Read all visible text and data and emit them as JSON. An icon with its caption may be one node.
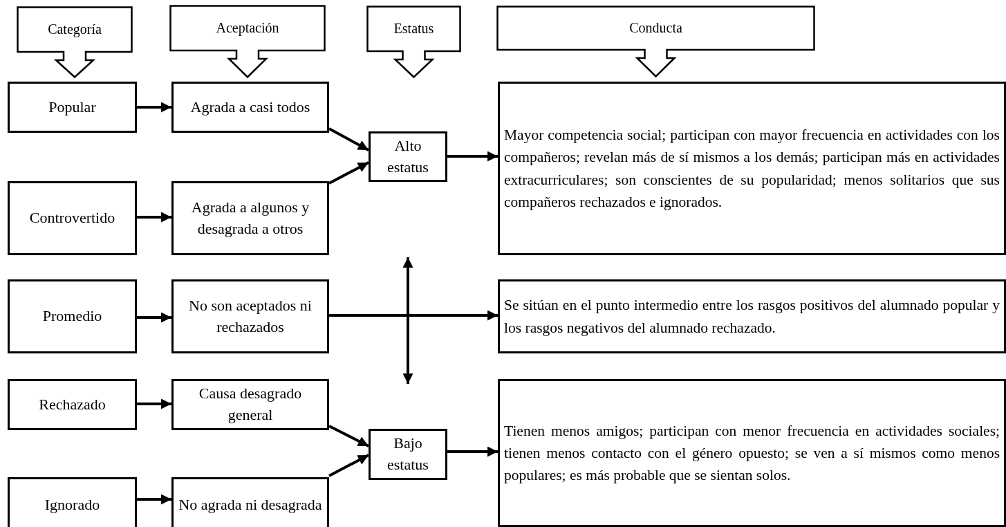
{
  "diagram": {
    "nodes": [
      {
        "text": [
          "Categoría"
        ]
      },
      {
        "text": [
          "Aceptación"
        ]
      },
      {
        "text": [
          "Estatus"
        ]
      },
      {
        "text": [
          "Conducta"
        ]
      },
      {
        "text": [
          "Popular"
        ]
      },
      {
        "text": [
          "Agrada a casi todos"
        ]
      },
      {
        "text": [
          "Alto estatus"
        ]
      },
      {
        "text": [
          "Mayor competencia social; participan con mayor frecuencia en actividades con los compañeros; revelan más de sí mismos a los demás; participan más en actividades extracurriculares; son conscientes de su popularidad; menos solitarios que sus compañeros rechazados e ignorados."
        ]
      },
      {
        "text": [
          "Controvertido"
        ]
      },
      {
        "text": [
          "Agrada a algunos y desagrada a otros"
        ]
      },
      {
        "text": [
          "Promedio"
        ]
      },
      {
        "text": [
          "No son aceptados ni rechazados"
        ]
      },
      {
        "text": [
          "Se sitúan en el punto intermedio entre los rasgos positivos del alumnado popular y los rasgos negativos del alumnado rechazado."
        ]
      },
      {
        "text": [
          "Rechazado"
        ]
      },
      {
        "text": [
          "Causa desagrado general"
        ]
      },
      {
        "text": [
          "Bajo estatus"
        ]
      },
      {
        "text": [
          "Tienen menos amigos; participan con menor frecuencia en actividades sociales; tienen menos contacto con el género opuesto; se ven a sí mismos como menos populares; es más probable que se sientan solos."
        ]
      },
      {
        "text": [
          "Ignorado"
        ]
      },
      {
        "text": [
          "No agrada ni desagrada"
        ]
      }
    ],
    "edges": [
      {
        "from": 4,
        "to": 5,
        "arrow": "to"
      },
      {
        "from": 5,
        "to": 6,
        "arrow": "to"
      },
      {
        "from": 9,
        "to": 6,
        "arrow": "to"
      },
      {
        "from": 6,
        "to": 7,
        "arrow": "to"
      },
      {
        "from": 8,
        "to": 9,
        "arrow": "to"
      },
      {
        "from": 10,
        "to": 11,
        "arrow": "to"
      },
      {
        "from": 11,
        "to": 12,
        "arrow": "to"
      },
      {
        "from": 13,
        "to": 14,
        "arrow": "to"
      },
      {
        "from": 14,
        "to": 15,
        "arrow": "to"
      },
      {
        "from": 18,
        "to": 15,
        "arrow": "to"
      },
      {
        "from": 15,
        "to": 16,
        "arrow": "to"
      },
      {
        "from": 17,
        "to": 18,
        "arrow": "to"
      }
    ]
  }
}
